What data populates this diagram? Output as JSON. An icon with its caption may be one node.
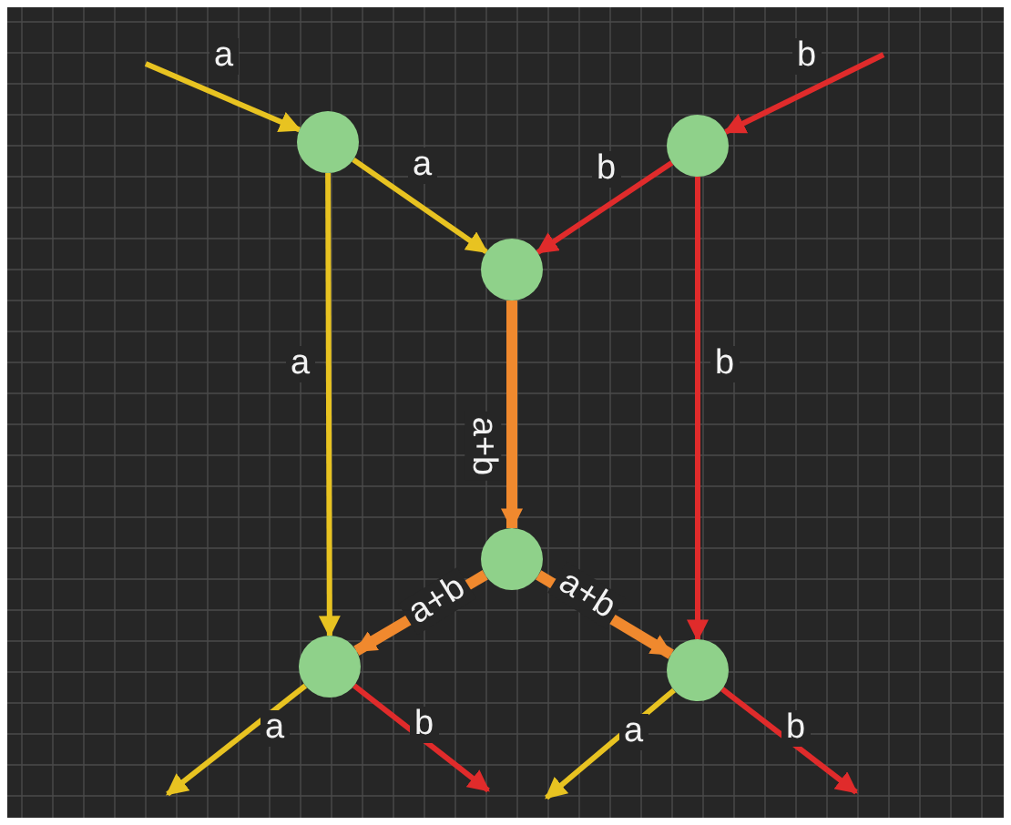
{
  "diagram": {
    "nodes": [
      {
        "text": [],
        "shape": "circle"
      },
      {
        "text": [],
        "shape": "circle"
      },
      {
        "text": [],
        "shape": "circle"
      },
      {
        "text": [],
        "shape": "circle"
      },
      {
        "text": [],
        "shape": "circle"
      },
      {
        "text": [],
        "shape": "circle"
      }
    ],
    "edges": [
      {
        "from": null,
        "to": 0,
        "arrow": "to",
        "label": "a"
      },
      {
        "from": null,
        "to": 1,
        "arrow": "to",
        "label": "b",
        "color": "#e02b2b"
      },
      {
        "from": 0,
        "to": 2,
        "arrow": "to",
        "label": "a"
      },
      {
        "from": 1,
        "to": 2,
        "arrow": "to",
        "label": "b",
        "color": "#e02b2b"
      },
      {
        "from": 0,
        "to": 4,
        "arrow": "to",
        "label": "a"
      },
      {
        "from": 1,
        "to": 5,
        "arrow": "to",
        "label": "b",
        "color": "#e02b2b"
      },
      {
        "from": 2,
        "to": 3,
        "arrow": "to",
        "label": "a+b",
        "style": "thick",
        "color": "#f0892e"
      },
      {
        "from": 3,
        "to": 4,
        "arrow": "to",
        "label": "a+b",
        "style": "thick",
        "color": "#f0892e"
      },
      {
        "from": 3,
        "to": 5,
        "arrow": "to",
        "label": "a+b",
        "style": "thick",
        "color": "#f0892e"
      },
      {
        "from": 4,
        "to": null,
        "arrow": "to",
        "label": "a"
      },
      {
        "from": 4,
        "to": null,
        "arrow": "to",
        "label": "b",
        "color": "#e02b2b"
      },
      {
        "from": 5,
        "to": null,
        "arrow": "to",
        "label": "a"
      },
      {
        "from": 5,
        "to": null,
        "arrow": "to",
        "label": "b",
        "color": "#e02b2b"
      }
    ]
  }
}
